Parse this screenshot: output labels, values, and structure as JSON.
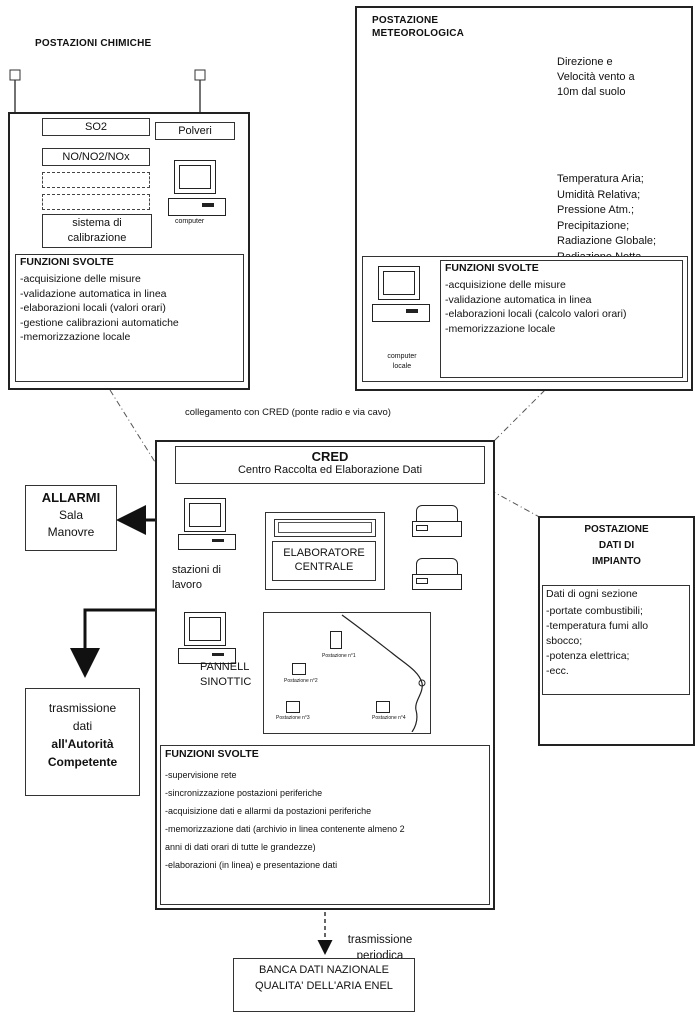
{
  "chemical_station": {
    "title": "POSTAZIONI CHIMICHE",
    "analyzers": [
      "SO2",
      "NO/NO2/NOx"
    ],
    "dust_label": "Polveri",
    "calibration_label": "sistema di calibrazione",
    "computer_label": "computer",
    "functions_title": "FUNZIONI SVOLTE",
    "functions": [
      "-acquisizione delle misure",
      "-validazione automatica in linea",
      "-elaborazioni locali (valori orari)",
      "-gestione calibrazioni automatiche",
      "-memorizzazione locale"
    ]
  },
  "meteo_station": {
    "title_line1": "POSTAZIONE",
    "title_line2": "METEOROLOGICA",
    "wind_lines": [
      "Direzione e",
      "Velocità vento a",
      "10m dal suolo"
    ],
    "params": [
      "Temperatura Aria;",
      "Umidità Relativa;",
      "Pressione Atm.;",
      "Precipitazione;",
      "Radiazione Globale;",
      "Radiazione Netta"
    ],
    "computer_label_line1": "computer",
    "computer_label_line2": "locale",
    "functions_title": "FUNZIONI SVOLTE",
    "functions": [
      "-acquisizione delle misure",
      "-validazione automatica in linea",
      "-elaborazioni locali (calcolo valori orari)",
      "-memorizzazione locale"
    ]
  },
  "link_label": "collegamento con CRED (ponte radio e via cavo)",
  "cred": {
    "title": "CRED",
    "subtitle": "Centro Raccolta ed Elaborazione Dati",
    "workstations_line1": "stazioni di",
    "workstations_line2": "lavoro",
    "central_line1": "ELABORATORE",
    "central_line2": "CENTRALE",
    "panel_line1": "PANNELL",
    "panel_line2": "SINOTTIC",
    "map_labels": [
      "Postazione n°1",
      "Postazione n°2",
      "Postazione n°3",
      "Postazione n°4"
    ],
    "functions_title": "FUNZIONI SVOLTE",
    "functions": [
      "-supervisione rete",
      "-sincronizzazione postazioni periferiche",
      "-acquisizione dati e allarmi da postazioni periferiche",
      "-memorizzazione dati (archivio in linea contenente almeno 2",
      "anni di dati orari di tutte le grandezze)",
      "-elaborazioni (in linea) e presentazione dati"
    ]
  },
  "alarms": {
    "line1": "ALLARMI",
    "line2": "Sala",
    "line3": "Manovre"
  },
  "transmission_authority": {
    "line1": "trasmissione",
    "line2": "dati",
    "line3": "all'Autorità",
    "line4": "Competente"
  },
  "plant_station": {
    "title_line1": "POSTAZIONE",
    "title_line2": "DATI DI",
    "title_line3": "IMPIANTO",
    "intro": "Dati di ogni sezione",
    "items": [
      "-portate combustibili;",
      "-temperatura fumi allo",
      "sbocco;",
      "-potenza elettrica;",
      "-ecc."
    ]
  },
  "periodic": {
    "line1": "trasmissione",
    "line2": "periodica"
  },
  "national_db": {
    "line1": "BANCA DATI NAZIONALE",
    "line2": "QUALITA' DELL'ARIA ENEL"
  }
}
